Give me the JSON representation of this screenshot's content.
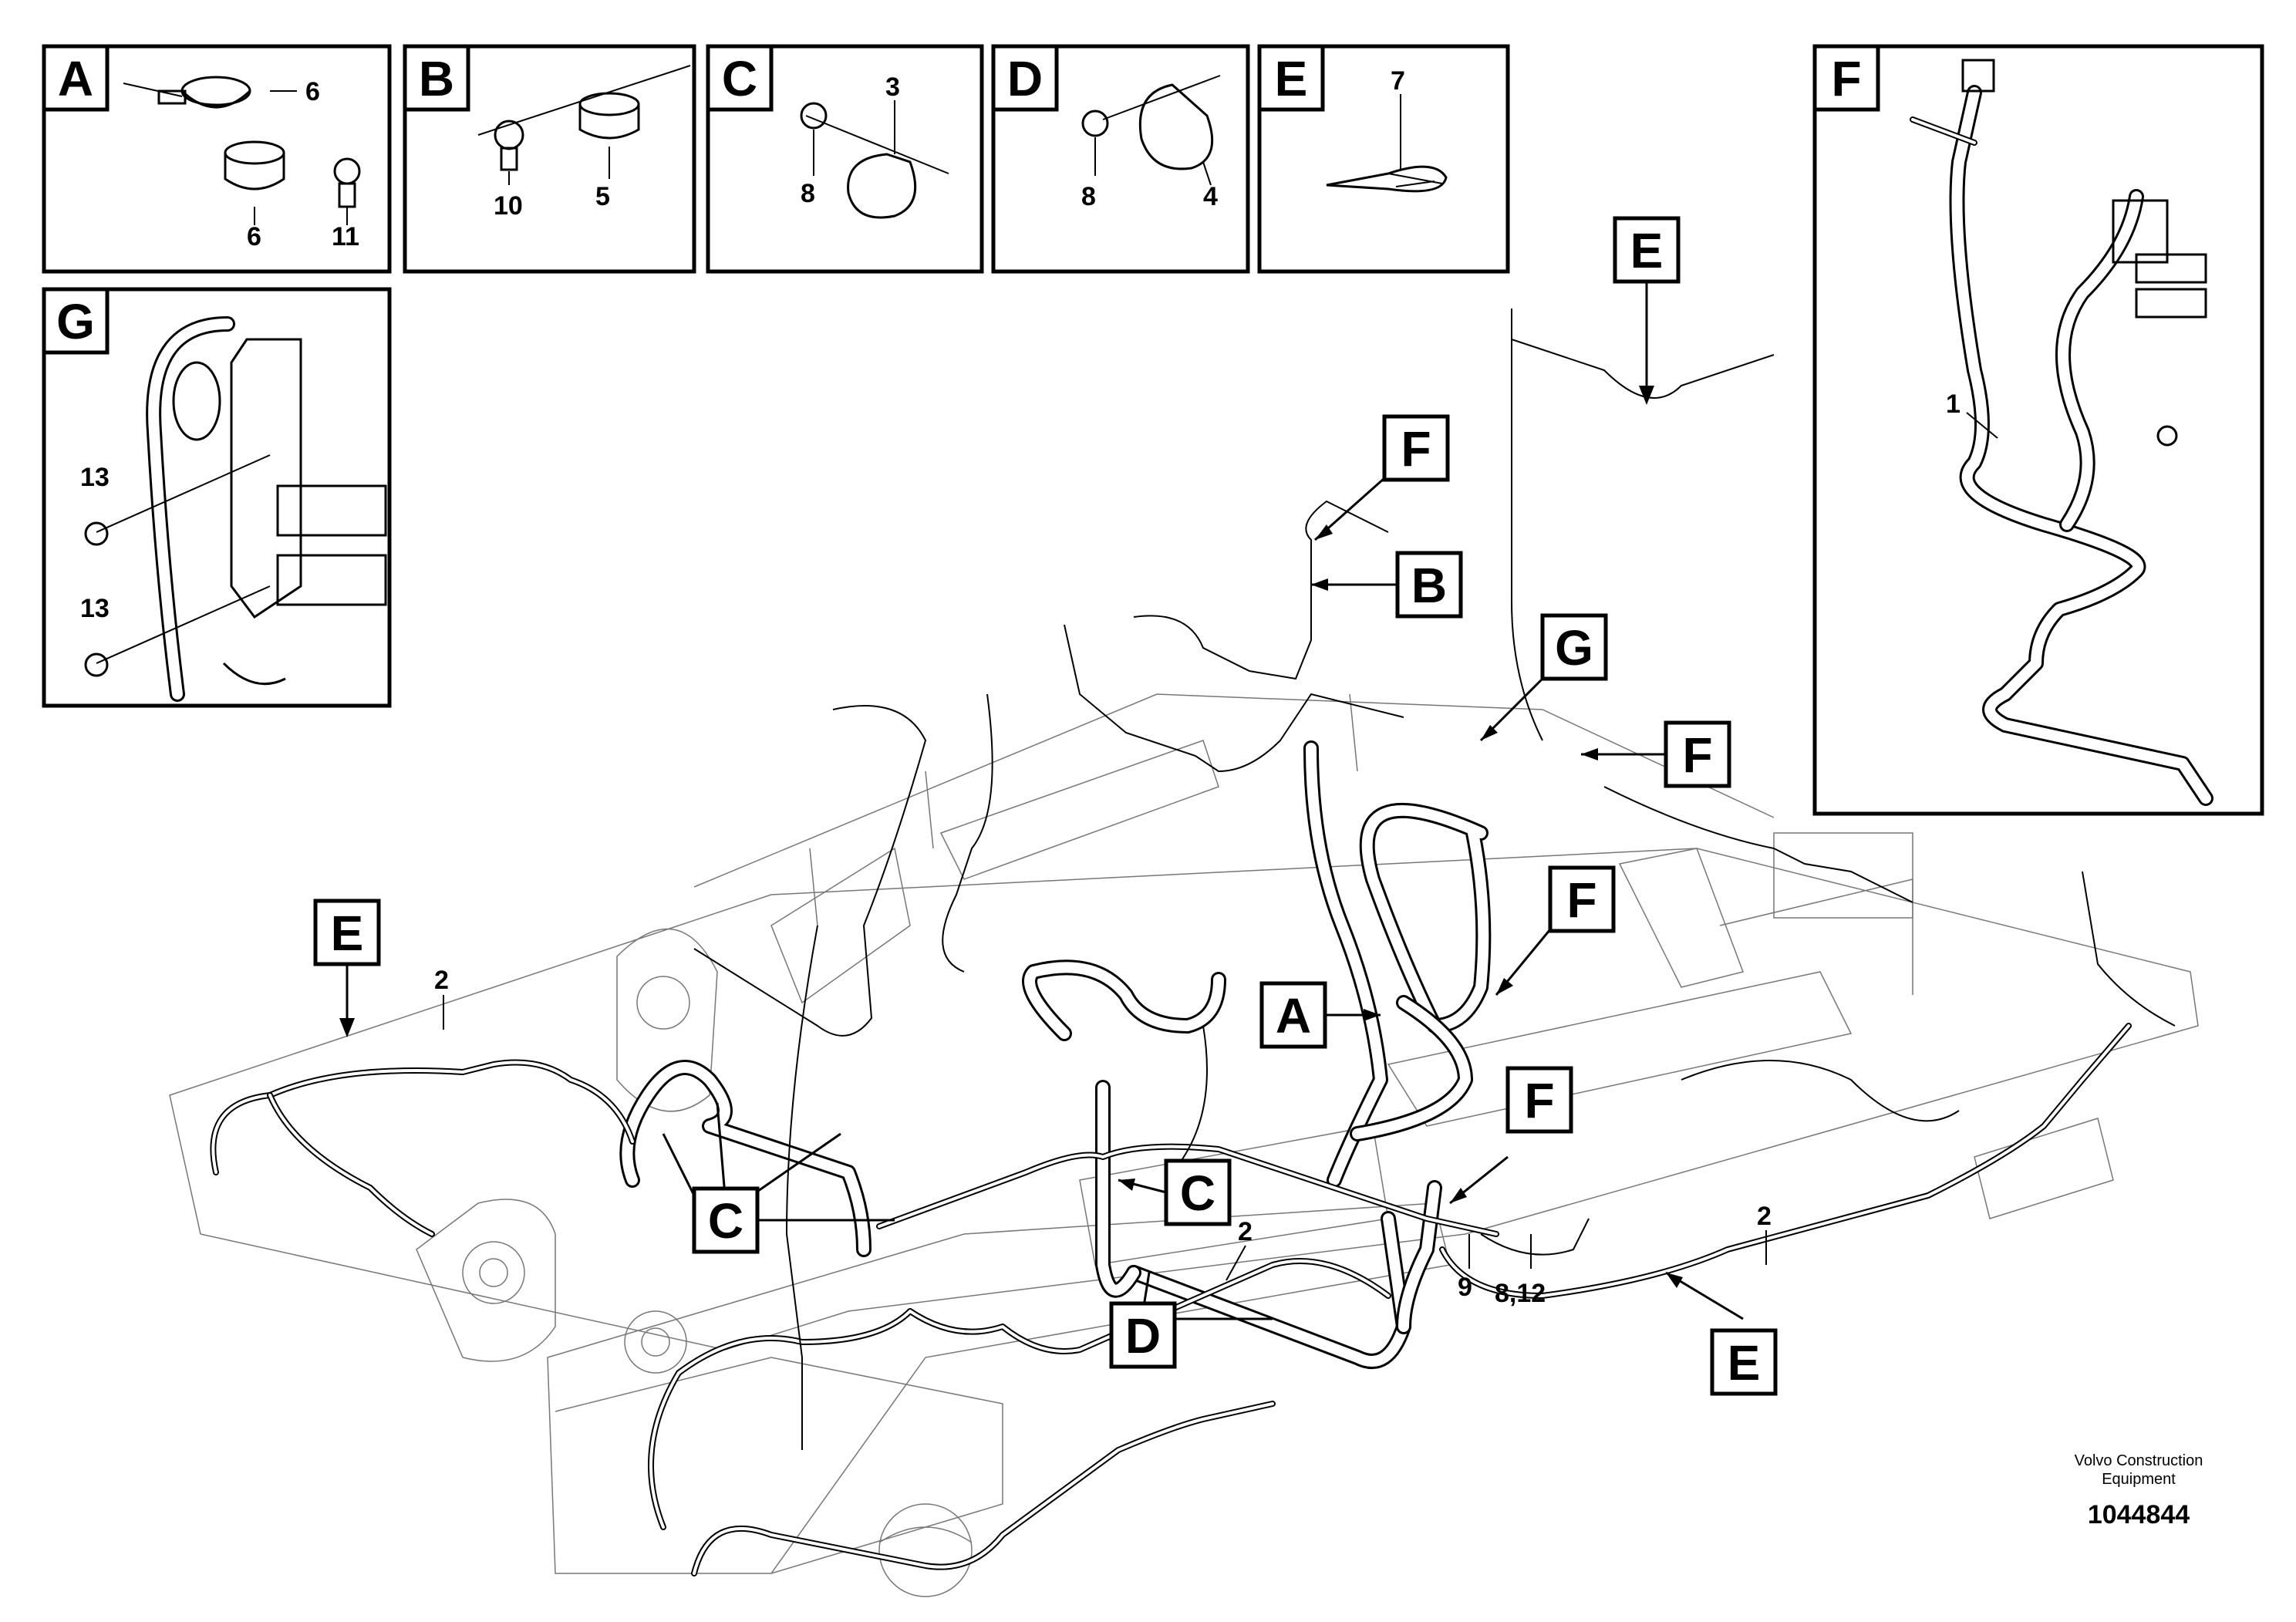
{
  "panels": {
    "A": {
      "letter": "A",
      "parts": [
        "6",
        "6",
        "11"
      ]
    },
    "B": {
      "letter": "B",
      "parts": [
        "10",
        "5"
      ]
    },
    "C": {
      "letter": "C",
      "parts": [
        "3",
        "8"
      ]
    },
    "D": {
      "letter": "D",
      "parts": [
        "8",
        "4"
      ]
    },
    "E": {
      "letter": "E",
      "parts": [
        "7"
      ]
    },
    "F": {
      "letter": "F",
      "parts": [
        "1"
      ]
    },
    "G": {
      "letter": "G",
      "parts": [
        "13",
        "13"
      ]
    }
  },
  "callouts": {
    "E_top": "E",
    "F_top": "F",
    "B_top": "B",
    "G_mid": "G",
    "F_right": "F",
    "E_left": "E",
    "F_mid": "F",
    "A_mid": "A",
    "F_mid2": "F",
    "C_mid": "C",
    "C_left": "C",
    "D_low": "D",
    "E_low": "E"
  },
  "part_numbers": {
    "n2_left": "2",
    "n2_mid": "2",
    "n2_right": "2",
    "n9": "9",
    "n8_12": "8,12"
  },
  "footer": {
    "brand_line1": "Volvo Construction",
    "brand_line2": "Equipment",
    "doc_number": "1044844"
  }
}
